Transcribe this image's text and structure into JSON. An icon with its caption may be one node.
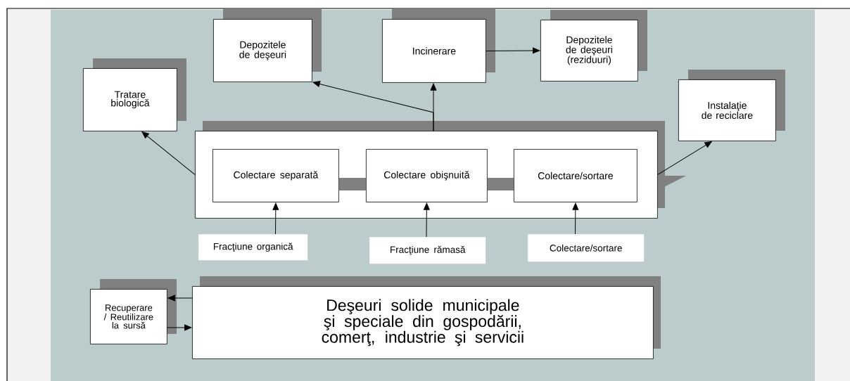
{
  "diagram": {
    "nodes": [
      {
        "text": [
          "Depozitele de deşeuri"
        ]
      },
      {
        "text": [
          "Incinerare"
        ]
      },
      {
        "text": [
          "Depozitele de deşeuri (reziduuri)"
        ]
      },
      {
        "text": [
          "Tratare biologică"
        ]
      },
      {
        "text": [
          "Instalaţie de reciclare"
        ]
      },
      {
        "text": [],
        "shape": "box"
      },
      {
        "text": [
          "Colectare separată"
        ],
        "in": 5
      },
      {
        "text": [
          "Colectare obişnuită"
        ],
        "in": 5
      },
      {
        "text": [
          "Colectare/sortare"
        ],
        "in": 5
      },
      {
        "text": [
          "Fracţiune organică"
        ]
      },
      {
        "text": [
          "Fracţiune rămasă"
        ]
      },
      {
        "text": [
          "Colectare/sortare"
        ]
      },
      {
        "text": [
          "Recuperare / Reutilizare la sursă"
        ]
      },
      {
        "text": [
          "Deşeuri solide municipale şi speciale din gospodării, comerţ, industrie şi servicii"
        ]
      }
    ],
    "edges": [
      {
        "from": 5,
        "to": 0,
        "arrow": "to"
      },
      {
        "from": 5,
        "to": 1,
        "arrow": "to"
      },
      {
        "from": 1,
        "to": 2,
        "arrow": "to"
      },
      {
        "from": 5,
        "to": 3,
        "arrow": "to"
      },
      {
        "from": 5,
        "to": 4,
        "arrow": "to"
      },
      {
        "from": 6,
        "to": 7,
        "arrow": "none",
        "style": "thick",
        "color": "#808080"
      },
      {
        "from": 7,
        "to": 8,
        "arrow": "none",
        "style": "thick",
        "color": "#808080"
      },
      {
        "from": 9,
        "to": 6,
        "arrow": "to"
      },
      {
        "from": 10,
        "to": 7,
        "arrow": "to"
      },
      {
        "from": 11,
        "to": 8,
        "arrow": "to"
      },
      {
        "from": 13,
        "to": 12,
        "arrow": "to"
      },
      {
        "from": 12,
        "to": 13,
        "arrow": "to"
      }
    ]
  }
}
